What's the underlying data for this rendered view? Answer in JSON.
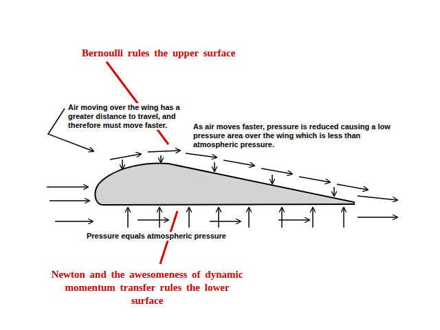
{
  "diagram": {
    "labels": [
      "Bernoulli rules the upper surface",
      "Air moving over the wing has a greater distance to travel, and therefore must move faster.",
      "As air moves faster, pressure is reduced causing a low pressure area over the wing which is less than atmospheric pressure.",
      "Pressure equals atmospheric pressure",
      "Newton and the awesomeness of dynamic momentum transfer rules the lower surface"
    ]
  }
}
